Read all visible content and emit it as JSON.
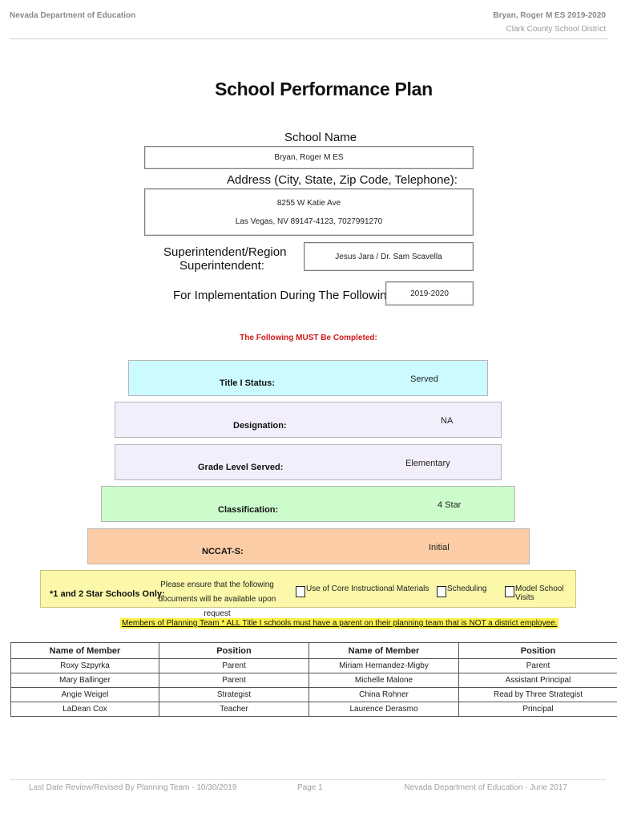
{
  "header": {
    "org": "Nevada Department of Education",
    "school_year": "Bryan, Roger M ES  2019-2020",
    "district": "Clark County School District"
  },
  "title": "School Performance Plan",
  "school_name": {
    "label": "School Name",
    "value": "Bryan, Roger M ES"
  },
  "address": {
    "label": "Address (City, State, Zip Code, Telephone):",
    "line1": "8255 W Katie Ave",
    "line2": "Las Vegas, NV  89147-4123, 7027991270"
  },
  "superintendent": {
    "label_line1": "Superintendent/Region",
    "label_line2": "Superintendent:",
    "value": "Jesus Jara / Dr. Sam Scavella"
  },
  "implementation": {
    "label": "For Implementation During The Following Years:",
    "value": "2019-2020"
  },
  "must_complete": "The Following MUST Be Completed:",
  "statuses": [
    {
      "label": "Title I Status:",
      "value": "Served",
      "color": "#ccfbff"
    },
    {
      "label": "Designation:",
      "value": "NA",
      "color": "#f3eefc"
    },
    {
      "label": "Grade Level Served:",
      "value": "Elementary",
      "color": "#f3eefc"
    },
    {
      "label": "Classification:",
      "value": "4 Star",
      "color": "#ccfccc"
    },
    {
      "label": "NCCAT-S:",
      "value": "Initial",
      "color": "#fccca6"
    }
  ],
  "star_schools": {
    "label": "*1 and 2 Star Schools Only:",
    "note_line1": "Please ensure that the following",
    "note_line2": "documents will be available upon request",
    "options": [
      "Use of Core Instructional Materials",
      "Scheduling",
      "Model School Visits"
    ],
    "color": "#fbf8a9"
  },
  "members_note": "Members of Planning Team * ALL Title I schools must have a parent on their planning team that is NOT a district employee.",
  "members_table": {
    "headers": [
      "Name of Member",
      "Position",
      "Name of Member",
      "Position"
    ],
    "rows": [
      [
        "Roxy Szpyrka",
        "Parent",
        "Miriam Hernandez-Migby",
        "Parent"
      ],
      [
        "Mary Ballinger",
        "Parent",
        "Michelle Malone",
        "Assistant Principal"
      ],
      [
        "Angie Weigel",
        "Strategist",
        "China Rohner",
        "Read by Three Strategist"
      ],
      [
        "LaDean Cox",
        "Teacher",
        "Laurence Derasmo",
        "Principal"
      ]
    ]
  },
  "footer": {
    "left": "Last Date Review/Revised By Planning Team - 10/30/2019",
    "center": "Page 1",
    "right": "Nevada Department of Education - June 2017"
  }
}
